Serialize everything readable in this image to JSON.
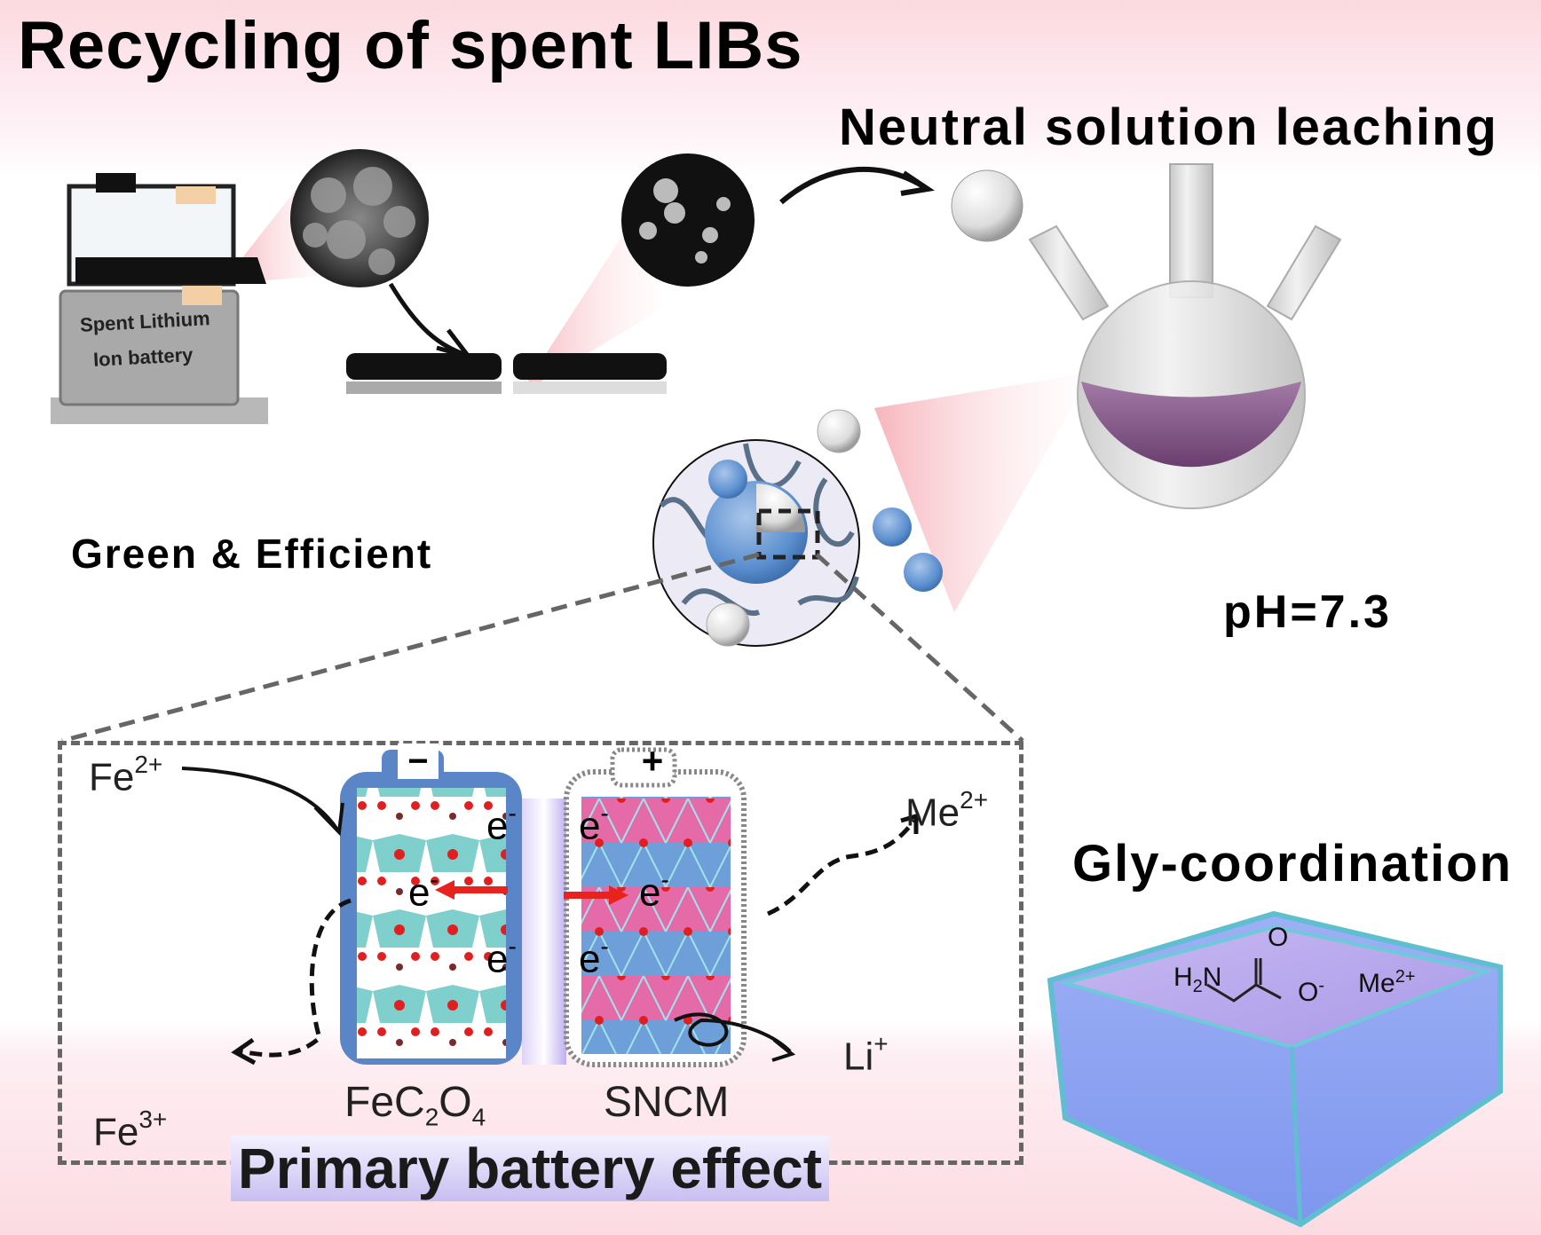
{
  "title": "Recycling of spent LIBs",
  "headings": {
    "leaching": "Neutral solution leaching",
    "green": "Green & Efficient",
    "ph": "pH=7.3",
    "gly": "Gly-coordination",
    "primary": "Primary battery effect"
  },
  "battery": {
    "label_line1": "Spent Lithium",
    "label_line2": "Ion battery"
  },
  "ions": {
    "fe2_base": "Fe",
    "fe2_charge": "2+",
    "fe3_base": "Fe",
    "fe3_charge": "3+",
    "me2_base": "Me",
    "me2_charge": "2+",
    "li_base": "Li",
    "li_charge": "+"
  },
  "cells": {
    "anode_sign": "−",
    "cathode_sign": "+",
    "anode_name_a": "FeC",
    "anode_sub1": "2",
    "anode_name_b": "O",
    "anode_sub2": "4",
    "cathode_name": "SNCM",
    "electron": "e",
    "electron_charge": "-"
  },
  "glycine": {
    "h2n_h": "H",
    "h2n_sub": "2",
    "h2n_n": "N",
    "carbonyl_o": "O",
    "anion_o": "O",
    "anion_charge": "-",
    "metal": "Me",
    "metal_charge": "2+"
  },
  "colors": {
    "bg_pink": "#fbd9de",
    "dash_gray": "#666666",
    "anode_teal": "#7fcfcc",
    "cathode_pink": "#e56aa8",
    "cathode_blue": "#6f9fd8",
    "solution_purple": "#8a5a8c",
    "box_blue": "#8fa4f0",
    "arrow_red": "#e8231e"
  }
}
